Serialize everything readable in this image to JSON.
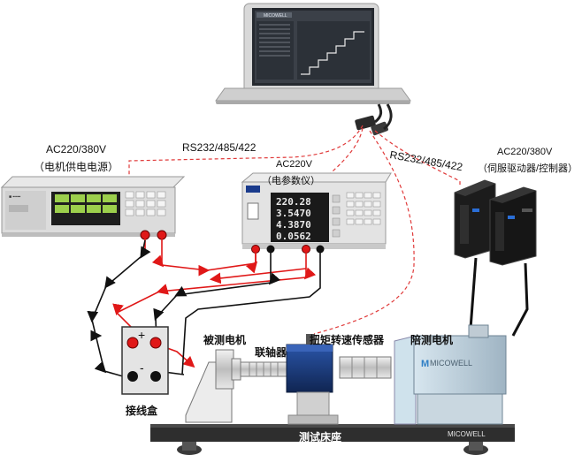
{
  "labels": {
    "power_supply_voltage": "AC220/380V",
    "power_supply_name": "（电机供电电源）",
    "power_meter_voltage": "AC220V",
    "power_meter_name": "（电参数仪）",
    "servo_voltage": "AC220/380V",
    "servo_name": "（伺服驱动器/控制器）",
    "rs_left": "RS232/485/422",
    "rs_right": "RS232/485/422",
    "junction_box": "接线盒",
    "motor_under_test": "被测电机",
    "coupling": "联轴器",
    "torque_sensor": "扭矩转速传感器",
    "load_motor": "陪测电机",
    "test_bench": "测试床座",
    "plus": "+",
    "minus": "-"
  },
  "meter_readings": [
    "220.28",
    "3.5470",
    "4.3870",
    "0.0562"
  ],
  "brand": "MICOWELL",
  "laptop_brand": "MICOWELL",
  "colors": {
    "red_wire": "#e01818",
    "black_wire": "#111111",
    "dash_wire": "#e03a3a",
    "sensor_blue": "#1d3d7a",
    "bench": "#2e2e2e"
  }
}
